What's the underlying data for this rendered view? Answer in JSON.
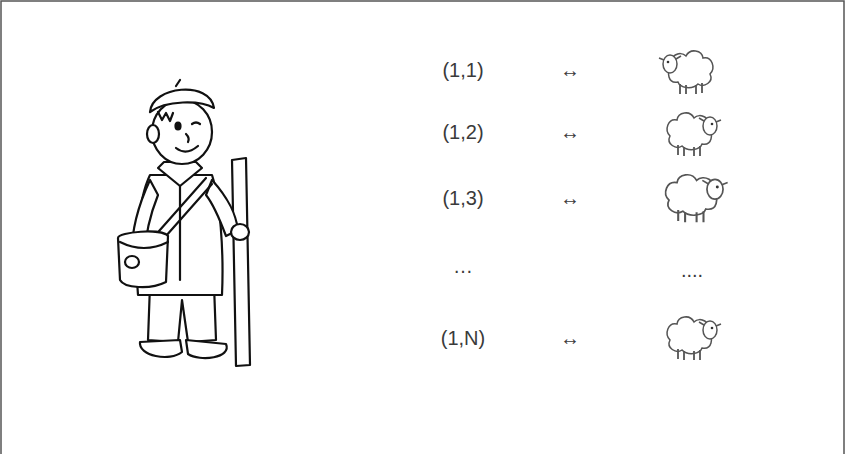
{
  "diagram": {
    "labels": [
      "(1,1)",
      "↔",
      "(1,2)",
      "↔",
      "(1,3)",
      "↔",
      "…",
      "....",
      "(1,N)",
      "↔"
    ]
  }
}
